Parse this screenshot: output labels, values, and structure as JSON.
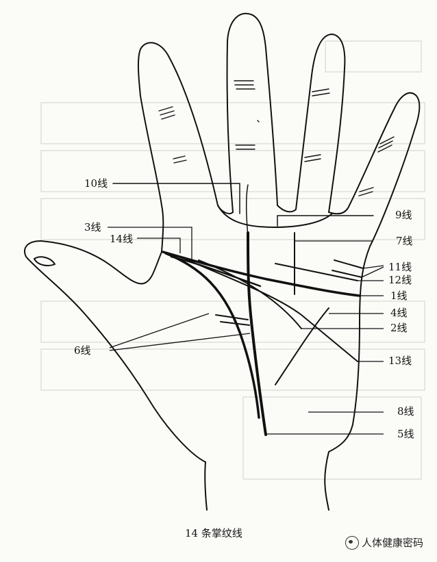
{
  "labels": {
    "l10": "10线",
    "l3": "3线",
    "l14": "14线",
    "l6": "6线",
    "l9": "9线",
    "l7": "7线",
    "l11": "11线",
    "l12": "12线",
    "l1": "1线",
    "l4": "4线",
    "l2": "2线",
    "l13": "13线",
    "l8": "8线",
    "l5": "5线"
  },
  "caption": "14 条掌纹线",
  "watermark": "人体健康密码",
  "colors": {
    "line": "#111111",
    "background": "#fbfbf8",
    "faint": "#d8d8d2"
  }
}
